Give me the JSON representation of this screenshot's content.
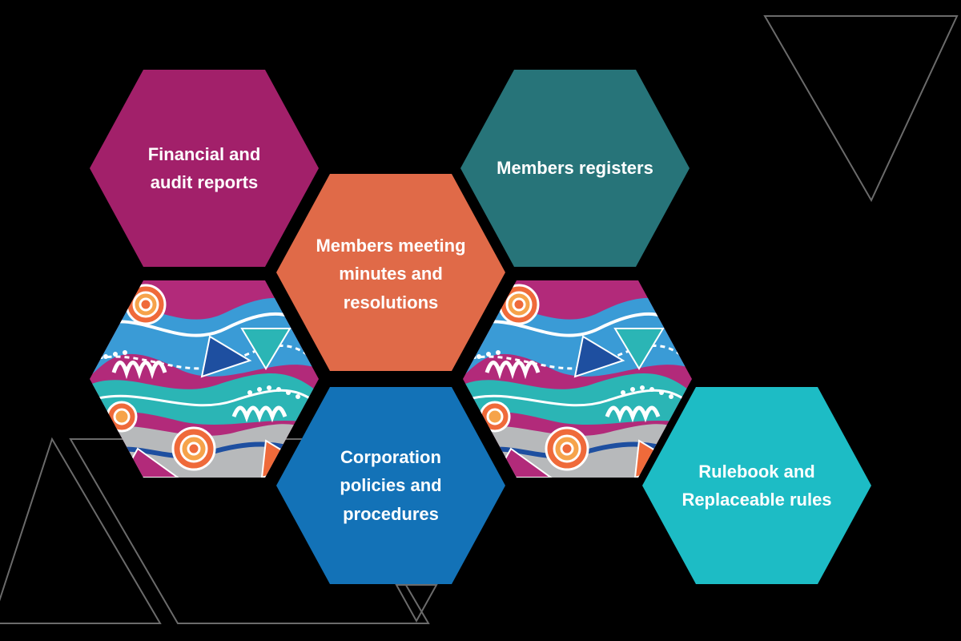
{
  "colors": {
    "background": "#000000",
    "outline": "#6b6b6b",
    "magenta": "#a2206a",
    "orange": "#e06a48",
    "teal_dark": "#277479",
    "blue": "#1372b7",
    "cyan": "#1dbcc5",
    "pattern_magenta": "#b22a7a",
    "pattern_blue": "#3a9bd6",
    "pattern_teal": "#2bb5b5",
    "pattern_orange": "#ef6a3a",
    "pattern_grey": "#b7b9bb",
    "pattern_navy": "#1e4fa0"
  },
  "hexagons": [
    {
      "id": "financial",
      "label": "Financial and\naudit reports",
      "color": "magenta"
    },
    {
      "id": "members-meeting",
      "label": "Members meeting\nminutes and\nresolutions",
      "color": "orange"
    },
    {
      "id": "members-registers",
      "label": "Members registers",
      "color": "teal_dark"
    },
    {
      "id": "corporation-policies",
      "label": "Corporation\npolicies and\nprocedures",
      "color": "blue"
    },
    {
      "id": "rulebook",
      "label": "Rulebook and\nReplaceable rules",
      "color": "cyan"
    }
  ],
  "pattern_tiles": [
    {
      "id": "pattern-left",
      "icon": "aboriginal-art-pattern"
    },
    {
      "id": "pattern-right",
      "icon": "aboriginal-art-pattern"
    }
  ]
}
